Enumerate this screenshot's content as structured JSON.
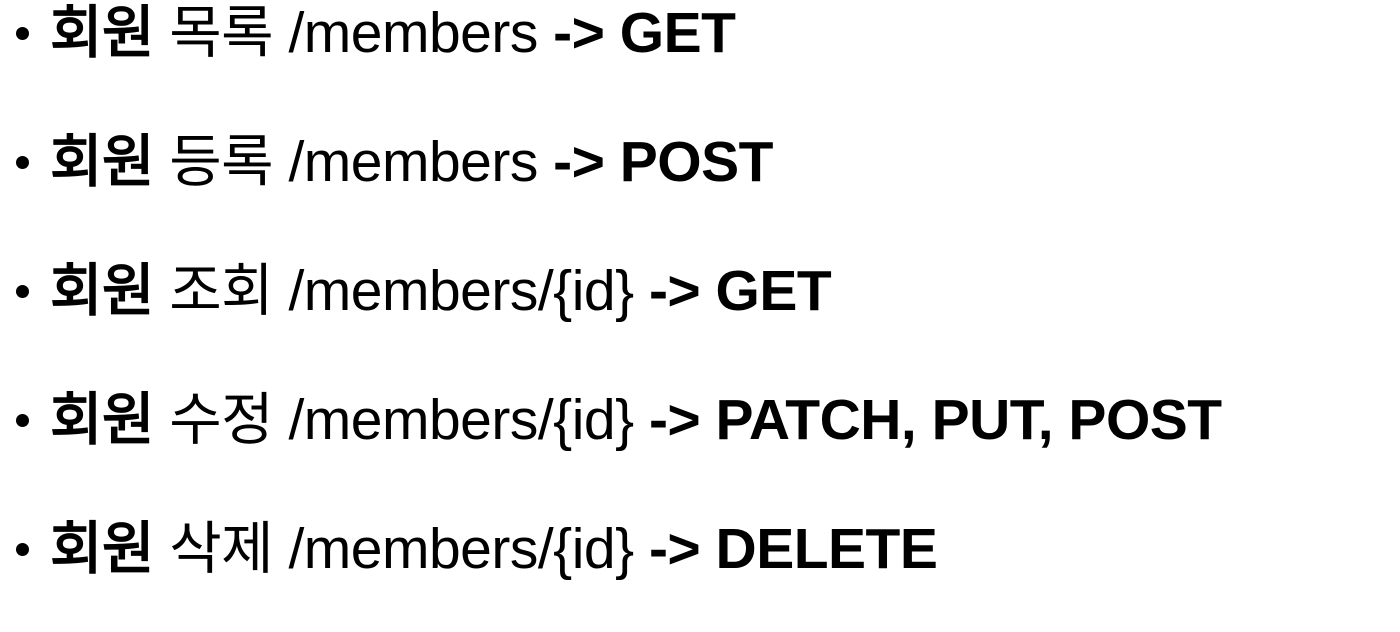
{
  "page": {
    "background_color": "#ffffff",
    "text_color": "#000000"
  },
  "list": {
    "items": [
      {
        "keyword": "회원",
        "middle": " 목록 /members ",
        "method": "-> GET"
      },
      {
        "keyword": "회원",
        "middle": " 등록 /members ",
        "method": "-> POST"
      },
      {
        "keyword": "회원",
        "middle": " 조회 /members/{id} ",
        "method": "-> GET"
      },
      {
        "keyword": "회원",
        "middle": " 수정 /members/{id} ",
        "method": "-> PATCH, PUT, POST"
      },
      {
        "keyword": "회원",
        "middle": " 삭제 /members/{id} ",
        "method": "-> DELETE"
      }
    ]
  }
}
